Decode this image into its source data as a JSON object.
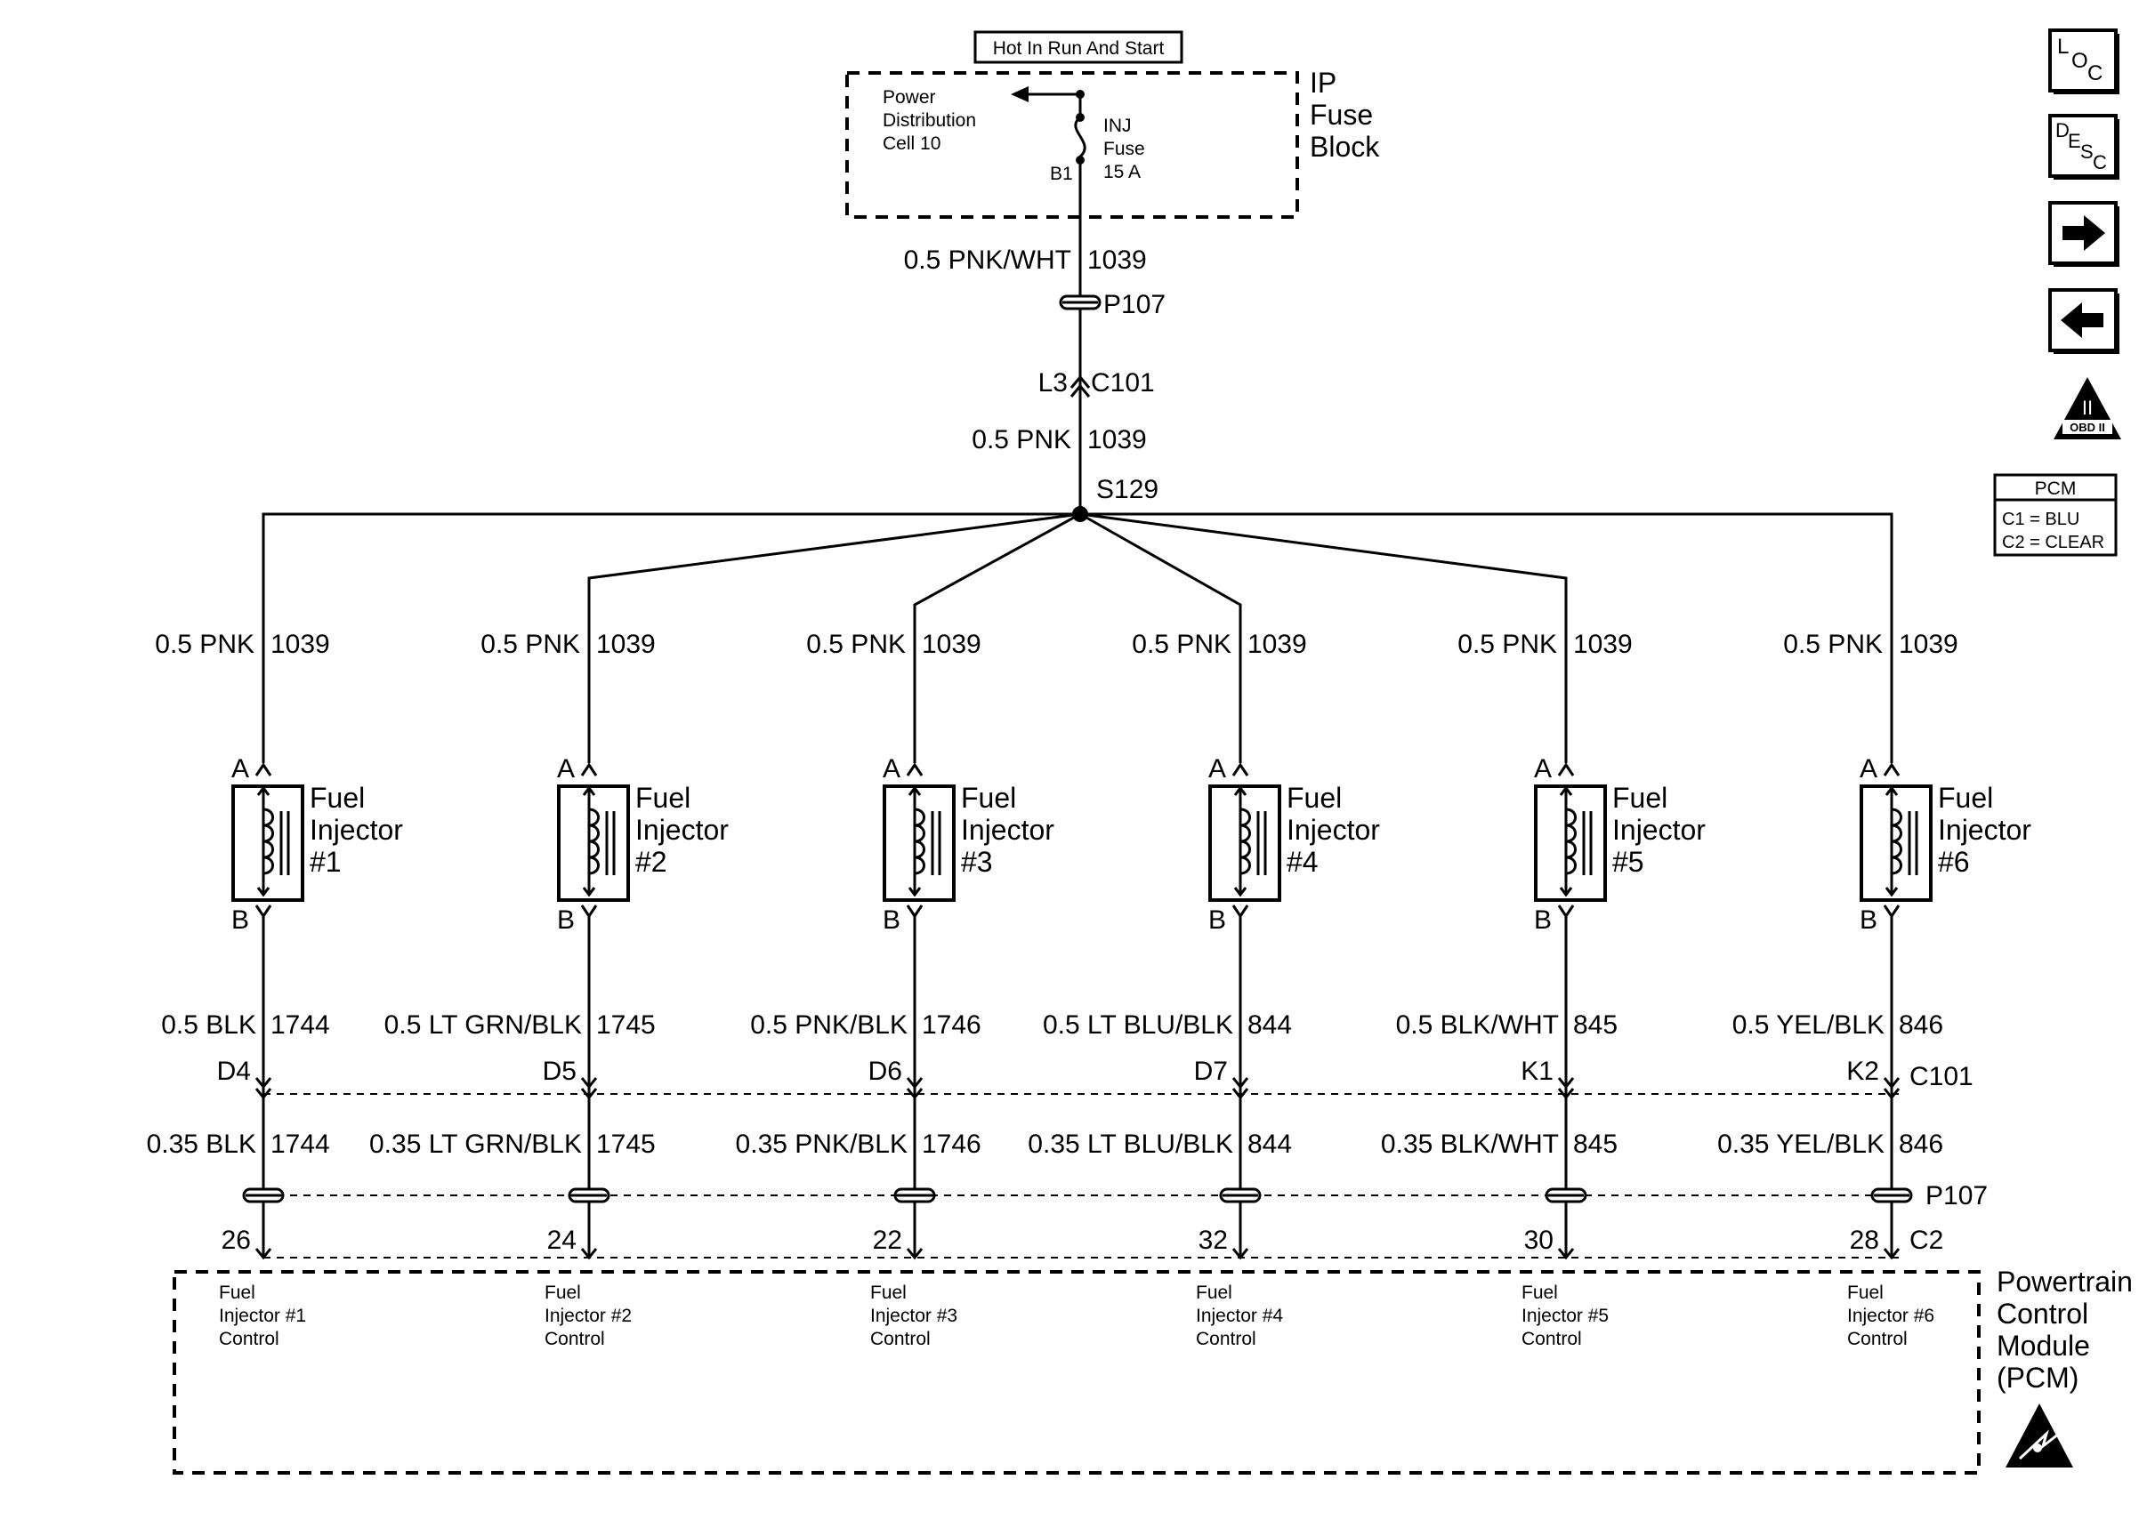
{
  "top_label": "Hot In Run And Start",
  "fuse_block": {
    "name_lines": [
      "IP",
      "Fuse",
      "Block"
    ],
    "power_dist_lines": [
      "Power",
      "Distribution",
      "Cell 10"
    ],
    "fuse_lines": [
      "INJ",
      "Fuse",
      "15 A"
    ],
    "fuse_terminal": "B1"
  },
  "main_feed": {
    "wire1": "0.5 PNK/WHT",
    "wire1_circuit": "1039",
    "connector1": "P107",
    "connector2_pin": "L3",
    "connector2": "C101",
    "wire2": "0.5 PNK",
    "wire2_circuit": "1039",
    "splice": "S129"
  },
  "injectors": [
    {
      "name_lines": [
        "Fuel",
        "Injector",
        "#1"
      ],
      "pin_a": "A",
      "pin_b": "B",
      "feed_wire": "0.5 PNK",
      "feed_circuit": "1039",
      "out_wire": "0.5 BLK",
      "out_circuit": "1744",
      "c101_pin": "D4",
      "pcm_wire": "0.35 BLK",
      "pcm_circuit": "1744",
      "pcm_pin": "26",
      "pcm_lines": [
        "Fuel",
        "Injector #1",
        "Control"
      ]
    },
    {
      "name_lines": [
        "Fuel",
        "Injector",
        "#2"
      ],
      "pin_a": "A",
      "pin_b": "B",
      "feed_wire": "0.5 PNK",
      "feed_circuit": "1039",
      "out_wire": "0.5 LT GRN/BLK",
      "out_circuit": "1745",
      "c101_pin": "D5",
      "pcm_wire": "0.35 LT GRN/BLK",
      "pcm_circuit": "1745",
      "pcm_pin": "24",
      "pcm_lines": [
        "Fuel",
        "Injector #2",
        "Control"
      ]
    },
    {
      "name_lines": [
        "Fuel",
        "Injector",
        "#3"
      ],
      "pin_a": "A",
      "pin_b": "B",
      "feed_wire": "0.5 PNK",
      "feed_circuit": "1039",
      "out_wire": "0.5 PNK/BLK",
      "out_circuit": "1746",
      "c101_pin": "D6",
      "pcm_wire": "0.35 PNK/BLK",
      "pcm_circuit": "1746",
      "pcm_pin": "22",
      "pcm_lines": [
        "Fuel",
        "Injector #3",
        "Control"
      ]
    },
    {
      "name_lines": [
        "Fuel",
        "Injector",
        "#4"
      ],
      "pin_a": "A",
      "pin_b": "B",
      "feed_wire": "0.5 PNK",
      "feed_circuit": "1039",
      "out_wire": "0.5 LT BLU/BLK",
      "out_circuit": "844",
      "c101_pin": "D7",
      "pcm_wire": "0.35 LT BLU/BLK",
      "pcm_circuit": "844",
      "pcm_pin": "32",
      "pcm_lines": [
        "Fuel",
        "Injector #4",
        "Control"
      ]
    },
    {
      "name_lines": [
        "Fuel",
        "Injector",
        "#5"
      ],
      "pin_a": "A",
      "pin_b": "B",
      "feed_wire": "0.5 PNK",
      "feed_circuit": "1039",
      "out_wire": "0.5 BLK/WHT",
      "out_circuit": "845",
      "c101_pin": "K1",
      "pcm_wire": "0.35 BLK/WHT",
      "pcm_circuit": "845",
      "pcm_pin": "30",
      "pcm_lines": [
        "Fuel",
        "Injector #5",
        "Control"
      ]
    },
    {
      "name_lines": [
        "Fuel",
        "Injector",
        "#6"
      ],
      "pin_a": "A",
      "pin_b": "B",
      "feed_wire": "0.5 PNK",
      "feed_circuit": "1039",
      "out_wire": "0.5 YEL/BLK",
      "out_circuit": "846",
      "c101_pin": "K2",
      "pcm_wire": "0.35 YEL/BLK",
      "pcm_circuit": "846",
      "pcm_pin": "28",
      "pcm_lines": [
        "Fuel",
        "Injector #6",
        "Control"
      ]
    }
  ],
  "row_labels": {
    "c101": "C101",
    "p107": "P107",
    "c2": "C2"
  },
  "pcm": {
    "name_lines": [
      "Powertrain",
      "Control",
      "Module",
      "(PCM)"
    ],
    "legend_title": "PCM",
    "legend_lines": [
      "C1 = BLU",
      "C2 = CLEAR"
    ]
  },
  "nav_icons": {
    "loc": [
      "L",
      "O",
      "C"
    ],
    "desc": [
      "D",
      "E",
      "S",
      "C"
    ],
    "obd": [
      "II",
      "OBD II"
    ]
  }
}
